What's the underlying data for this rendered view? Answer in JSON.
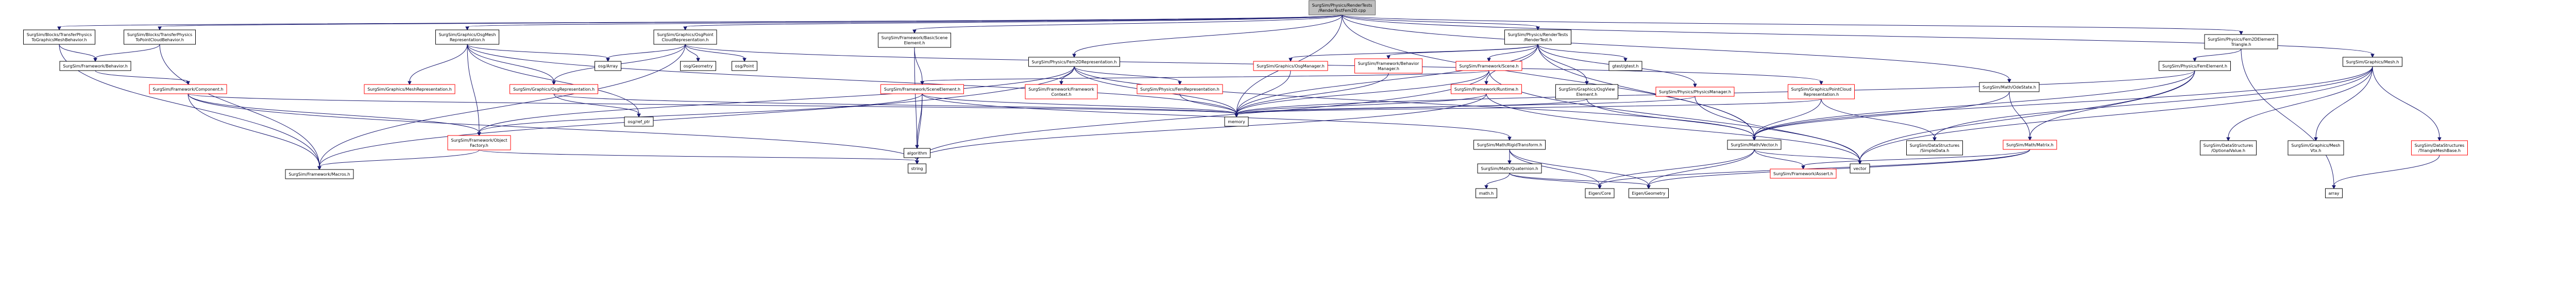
{
  "colors": {
    "edge": "#191970",
    "node_border_normal": "#000000",
    "node_border_documented": "#ff0000",
    "node_border_root": "#666666",
    "node_fill_root": "#bfbfbf",
    "node_fill": "#ffffff",
    "text": "#000000"
  },
  "nodes": [
    {
      "id": "root",
      "kind": "root",
      "lines": [
        "SurgSim/Physics/RenderTests",
        "/RenderTestFem2D.cpp"
      ]
    },
    {
      "id": "n_fem2d_tri",
      "kind": "normal",
      "lines": [
        "SurgSim/Blocks/TransferPhysics",
        "ToGraphicsMeshBehavior.h"
      ]
    },
    {
      "id": "n_fem2d_pc",
      "kind": "normal",
      "lines": [
        "SurgSim/Blocks/TransferPhysics",
        "ToPointCloudBehavior.h"
      ]
    },
    {
      "id": "n_behavior",
      "kind": "normal",
      "lines": [
        "SurgSim/Framework/Behavior.h"
      ]
    },
    {
      "id": "n_component",
      "kind": "doc",
      "lines": [
        "SurgSim/Framework/Component.h"
      ]
    },
    {
      "id": "n_osgmeshrep",
      "kind": "normal",
      "lines": [
        "SurgSim/Graphics/OsgMesh",
        "Representation.h"
      ]
    },
    {
      "id": "n_meshrep",
      "kind": "doc",
      "lines": [
        "SurgSim/Graphics/MeshRepresentation.h"
      ]
    },
    {
      "id": "n_osgrep",
      "kind": "doc",
      "lines": [
        "SurgSim/Graphics/OsgRepresentation.h"
      ]
    },
    {
      "id": "n_objfactory",
      "kind": "doc",
      "lines": [
        "SurgSim/Framework/Object",
        "Factory.h"
      ]
    },
    {
      "id": "n_macros",
      "kind": "normal",
      "lines": [
        "SurgSim/Framework/Macros.h"
      ]
    },
    {
      "id": "n_osgpc",
      "kind": "normal",
      "lines": [
        "SurgSim/Graphics/OsgPoint",
        "CloudRepresentation.h"
      ]
    },
    {
      "id": "n_osgarray",
      "kind": "normal",
      "lines": [
        "osg/Array"
      ]
    },
    {
      "id": "n_osgrefptr",
      "kind": "normal",
      "lines": [
        "osg/ref_ptr"
      ]
    },
    {
      "id": "n_osggeom",
      "kind": "normal",
      "lines": [
        "osg/Geometry"
      ]
    },
    {
      "id": "n_osgpoint",
      "kind": "normal",
      "lines": [
        "osg/Point"
      ]
    },
    {
      "id": "n_basicscene",
      "kind": "normal",
      "lines": [
        "SurgSim/Framework/BasicScene",
        "Element.h"
      ]
    },
    {
      "id": "n_sceneelement",
      "kind": "doc",
      "lines": [
        "SurgSim/Framework/SceneElement.h"
      ]
    },
    {
      "id": "n_algorithm",
      "kind": "normal",
      "lines": [
        "algorithm"
      ]
    },
    {
      "id": "n_string",
      "kind": "normal",
      "lines": [
        "string"
      ]
    },
    {
      "id": "n_fem2drep",
      "kind": "normal",
      "lines": [
        "SurgSim/Physics/Fem2DRepresentation.h"
      ]
    },
    {
      "id": "n_fwcontext",
      "kind": "doc",
      "lines": [
        "SurgSim/Framework/Framework",
        "Context.h"
      ]
    },
    {
      "id": "n_femrep",
      "kind": "doc",
      "lines": [
        "SurgSim/Physics/FemRepresentation.h"
      ]
    },
    {
      "id": "n_memory",
      "kind": "normal",
      "lines": [
        "memory"
      ]
    },
    {
      "id": "n_rendertest",
      "kind": "normal",
      "lines": [
        "SurgSim/Physics/RenderTests",
        "/RenderTest.h"
      ]
    },
    {
      "id": "n_osgmanager",
      "kind": "doc",
      "lines": [
        "SurgSim/Graphics/OsgManager.h"
      ]
    },
    {
      "id": "n_behaviormgr",
      "kind": "doc",
      "lines": [
        "SurgSim/Framework/Behavior",
        "Manager.h"
      ]
    },
    {
      "id": "n_scene",
      "kind": "doc",
      "lines": [
        "SurgSim/Framework/Scene.h"
      ]
    },
    {
      "id": "n_runtime",
      "kind": "doc",
      "lines": [
        "SurgSim/Framework/Runtime.h"
      ]
    },
    {
      "id": "n_gtest",
      "kind": "normal",
      "lines": [
        "gtest/gtest.h"
      ]
    },
    {
      "id": "n_osgview",
      "kind": "normal",
      "lines": [
        "SurgSim/Graphics/OsgView",
        "Element.h"
      ]
    },
    {
      "id": "n_physicsmgr",
      "kind": "doc",
      "lines": [
        "SurgSim/Physics/PhysicsManager.h"
      ]
    },
    {
      "id": "n_pointcloud",
      "kind": "doc",
      "lines": [
        "SurgSim/Graphics/PointCloud",
        "Representation.h"
      ]
    },
    {
      "id": "n_rigidtransform",
      "kind": "normal",
      "lines": [
        "SurgSim/Math/RigidTransform.h"
      ]
    },
    {
      "id": "n_quaternion",
      "kind": "normal",
      "lines": [
        "SurgSim/Math/Quaternion.h"
      ]
    },
    {
      "id": "n_mathh",
      "kind": "normal",
      "lines": [
        "math.h"
      ]
    },
    {
      "id": "n_eigencore",
      "kind": "normal",
      "lines": [
        "Eigen/Core"
      ]
    },
    {
      "id": "n_eigengeom",
      "kind": "normal",
      "lines": [
        "Eigen/Geometry"
      ]
    },
    {
      "id": "n_mathvector",
      "kind": "normal",
      "lines": [
        "SurgSim/Math/Vector.h"
      ]
    },
    {
      "id": "n_vector",
      "kind": "normal",
      "lines": [
        "vector"
      ]
    },
    {
      "id": "n_fwassert",
      "kind": "doc",
      "lines": [
        "SurgSim/Framework/Assert.h"
      ]
    },
    {
      "id": "n_odesolver",
      "kind": "normal",
      "lines": [
        "SurgSim/Math/OdeState.h"
      ]
    },
    {
      "id": "n_simpledata",
      "kind": "normal",
      "lines": [
        "SurgSim/DataStructures",
        "/SimpleData.h"
      ]
    },
    {
      "id": "n_mathmatrix",
      "kind": "doc",
      "lines": [
        "SurgSim/Math/Matrix.h"
      ]
    },
    {
      "id": "n_femelement",
      "kind": "normal",
      "lines": [
        "SurgSim/Physics/FemElement.h"
      ]
    },
    {
      "id": "n_fem2delemtri",
      "kind": "normal",
      "lines": [
        "SurgSim/Physics/Fem2DElement",
        "Triangle.h"
      ]
    },
    {
      "id": "n_array",
      "kind": "normal",
      "lines": [
        "array"
      ]
    },
    {
      "id": "n_mesh",
      "kind": "normal",
      "lines": [
        "SurgSim/Graphics/Mesh.h"
      ]
    },
    {
      "id": "n_optional",
      "kind": "normal",
      "lines": [
        "SurgSim/DataStructures",
        "/OptionalValue.h"
      ]
    },
    {
      "id": "n_meshvtx",
      "kind": "normal",
      "lines": [
        "SurgSim/Graphics/Mesh",
        "Vtx.h"
      ]
    },
    {
      "id": "n_trimesh",
      "kind": "doc",
      "lines": [
        "SurgSim/DataStructures",
        "/TriangleMeshBase.h"
      ]
    }
  ],
  "edges": [
    [
      "root",
      "n_fem2d_tri"
    ],
    [
      "root",
      "n_fem2d_pc"
    ],
    [
      "root",
      "n_osgmeshrep"
    ],
    [
      "root",
      "n_osgpc"
    ],
    [
      "root",
      "n_basicscene"
    ],
    [
      "root",
      "n_fem2drep"
    ],
    [
      "root",
      "n_rendertest"
    ],
    [
      "root",
      "n_memory"
    ],
    [
      "root",
      "n_odesolver"
    ],
    [
      "root",
      "n_fem2delemtri"
    ],
    [
      "root",
      "n_mesh"
    ],
    [
      "root",
      "n_mathvector"
    ],
    [
      "n_fem2d_tri",
      "n_behavior"
    ],
    [
      "n_fem2d_tri",
      "n_macros"
    ],
    [
      "n_fem2d_pc",
      "n_behavior"
    ],
    [
      "n_fem2d_pc",
      "n_macros"
    ],
    [
      "n_behavior",
      "n_component"
    ],
    [
      "n_component",
      "n_objfactory"
    ],
    [
      "n_component",
      "n_memory"
    ],
    [
      "n_component",
      "n_string"
    ],
    [
      "n_component",
      "n_macros"
    ],
    [
      "n_objfactory",
      "n_macros"
    ],
    [
      "n_objfactory",
      "n_string"
    ],
    [
      "n_osgmeshrep",
      "n_meshrep"
    ],
    [
      "n_osgmeshrep",
      "n_osgrep"
    ],
    [
      "n_osgmeshrep",
      "n_objfactory"
    ],
    [
      "n_osgmeshrep",
      "n_osgarray"
    ],
    [
      "n_osgmeshrep",
      "n_osgrefptr"
    ],
    [
      "n_osgmeshrep",
      "n_memory"
    ],
    [
      "n_osgrep",
      "n_osgrefptr"
    ],
    [
      "n_osgrep",
      "n_memory"
    ],
    [
      "n_osgpc",
      "n_osgrep"
    ],
    [
      "n_osgpc",
      "n_osgarray"
    ],
    [
      "n_osgpc",
      "n_osggeom"
    ],
    [
      "n_osgpc",
      "n_osgpoint"
    ],
    [
      "n_osgpc",
      "n_pointcloud"
    ],
    [
      "n_osgpc",
      "n_macros"
    ],
    [
      "n_basicscene",
      "n_sceneelement"
    ],
    [
      "n_basicscene",
      "n_string"
    ],
    [
      "n_sceneelement",
      "n_algorithm"
    ],
    [
      "n_sceneelement",
      "n_string"
    ],
    [
      "n_sceneelement",
      "n_memory"
    ],
    [
      "n_sceneelement",
      "n_objfactory"
    ],
    [
      "n_sceneelement",
      "n_rigidtransform"
    ],
    [
      "n_fem2drep",
      "n_fwcontext"
    ],
    [
      "n_fem2drep",
      "n_femrep"
    ],
    [
      "n_fem2drep",
      "n_objfactory"
    ],
    [
      "n_fem2drep",
      "n_memory"
    ],
    [
      "n_fem2drep",
      "n_mathvector"
    ],
    [
      "n_fem2drep",
      "n_macros"
    ],
    [
      "n_femrep",
      "n_memory"
    ],
    [
      "n_rendertest",
      "n_osgmanager"
    ],
    [
      "n_rendertest",
      "n_behaviormgr"
    ],
    [
      "n_rendertest",
      "n_scene"
    ],
    [
      "n_rendertest",
      "n_runtime"
    ],
    [
      "n_rendertest",
      "n_gtest"
    ],
    [
      "n_rendertest",
      "n_osgview"
    ],
    [
      "n_rendertest",
      "n_physicsmgr"
    ],
    [
      "n_rendertest",
      "n_memory"
    ],
    [
      "n_rendertest",
      "n_mathvector"
    ],
    [
      "n_osgmanager",
      "n_memory"
    ],
    [
      "n_behaviormgr",
      "n_memory"
    ],
    [
      "n_scene",
      "n_sceneelement"
    ],
    [
      "n_scene",
      "n_memory"
    ],
    [
      "n_scene",
      "n_string"
    ],
    [
      "n_scene",
      "n_vector"
    ],
    [
      "n_runtime",
      "n_memory"
    ],
    [
      "n_runtime",
      "n_string"
    ],
    [
      "n_runtime",
      "n_vector"
    ],
    [
      "n_osgview",
      "n_memory"
    ],
    [
      "n_osgview",
      "n_mathvector"
    ],
    [
      "n_physicsmgr",
      "n_memory"
    ],
    [
      "n_physicsmgr",
      "n_vector"
    ],
    [
      "n_pointcloud",
      "n_memory"
    ],
    [
      "n_pointcloud",
      "n_simpledata"
    ],
    [
      "n_pointcloud",
      "n_mathvector"
    ],
    [
      "n_rigidtransform",
      "n_quaternion"
    ],
    [
      "n_rigidtransform",
      "n_eigencore"
    ],
    [
      "n_rigidtransform",
      "n_eigengeom"
    ],
    [
      "n_quaternion",
      "n_mathh"
    ],
    [
      "n_quaternion",
      "n_eigencore"
    ],
    [
      "n_quaternion",
      "n_eigengeom"
    ],
    [
      "n_mathvector",
      "n_vector"
    ],
    [
      "n_mathvector",
      "n_fwassert"
    ],
    [
      "n_mathvector",
      "n_eigencore"
    ],
    [
      "n_mathvector",
      "n_eigengeom"
    ],
    [
      "n_odesolver",
      "n_mathvector"
    ],
    [
      "n_odesolver",
      "n_mathmatrix"
    ],
    [
      "n_mathmatrix",
      "n_fwassert"
    ],
    [
      "n_mathmatrix",
      "n_eigencore"
    ],
    [
      "n_mathmatrix",
      "n_eigengeom"
    ],
    [
      "n_fem2delemtri",
      "n_femelement"
    ],
    [
      "n_fem2delemtri",
      "n_array"
    ],
    [
      "n_femelement",
      "n_mathvector"
    ],
    [
      "n_femelement",
      "n_mathmatrix"
    ],
    [
      "n_femelement",
      "n_memory"
    ],
    [
      "n_femelement",
      "n_vector"
    ],
    [
      "n_mesh",
      "n_simpledata"
    ],
    [
      "n_mesh",
      "n_optional"
    ],
    [
      "n_mesh",
      "n_meshvtx"
    ],
    [
      "n_mesh",
      "n_trimesh"
    ],
    [
      "n_mesh",
      "n_mathvector"
    ],
    [
      "n_mesh",
      "n_vector"
    ],
    [
      "n_trimesh",
      "n_array"
    ]
  ]
}
